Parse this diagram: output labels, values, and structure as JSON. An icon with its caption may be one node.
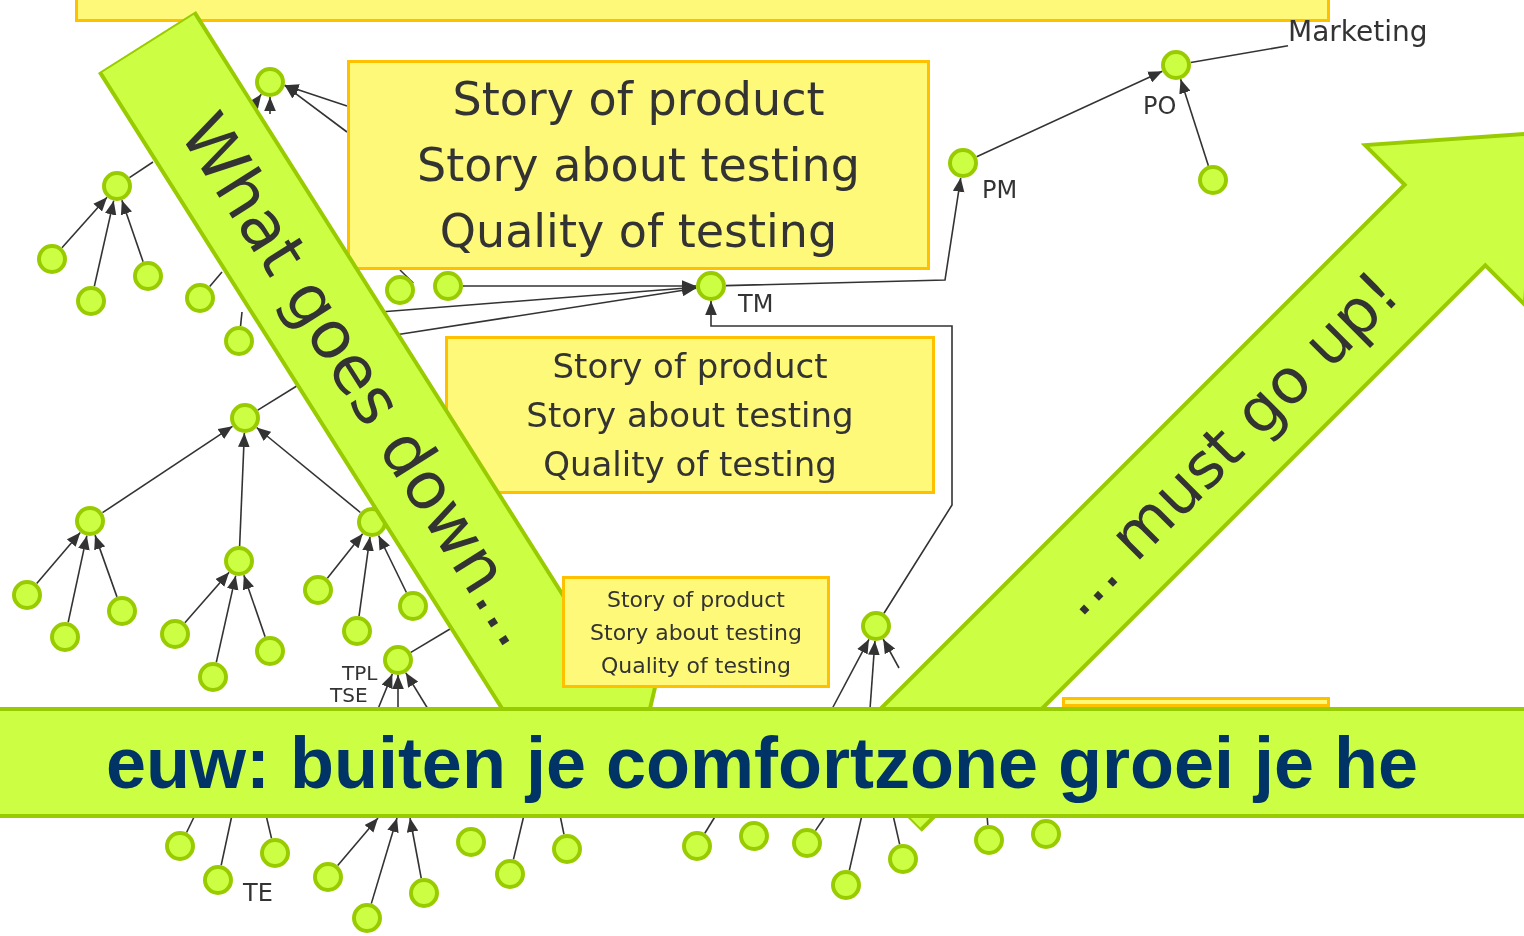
{
  "diagram": {
    "nodes": [
      {
        "text": [],
        "shape": "box"
      },
      {
        "text": [
          "Story of product",
          "Story about testing",
          "Quality of testing"
        ]
      },
      {
        "text": [
          "Story of product",
          "Story about testing",
          "Quality of testing"
        ]
      },
      {
        "text": [
          "Story of product",
          "Story about testing",
          "Quality of testing"
        ]
      },
      {
        "text": [],
        "shape": "box"
      },
      {
        "text": [
          "Marketing"
        ]
      },
      {
        "text": [],
        "shape": "circle",
        "beside": [
          "PO"
        ]
      },
      {
        "text": [],
        "shape": "circle"
      },
      {
        "text": [],
        "shape": "circle",
        "beside": [
          "PM"
        ]
      },
      {
        "text": [],
        "shape": "circle",
        "beside": [
          "TM"
        ]
      },
      {
        "text": [],
        "shape": "circle"
      },
      {
        "text": [],
        "shape": "circle"
      },
      {
        "text": [],
        "shape": "circle"
      },
      {
        "text": [],
        "shape": "circle"
      },
      {
        "text": [],
        "shape": "circle"
      },
      {
        "text": [],
        "shape": "circle"
      },
      {
        "text": [],
        "shape": "circle"
      },
      {
        "text": [],
        "shape": "circle"
      },
      {
        "text": [],
        "shape": "circle"
      },
      {
        "text": [],
        "shape": "circle"
      },
      {
        "text": [],
        "shape": "circle"
      },
      {
        "text": [],
        "shape": "circle"
      },
      {
        "text": [],
        "shape": "circle"
      },
      {
        "text": [],
        "shape": "circle"
      },
      {
        "text": [],
        "shape": "circle"
      },
      {
        "text": [],
        "shape": "circle"
      },
      {
        "text": [],
        "shape": "circle"
      },
      {
        "text": [],
        "shape": "circle"
      },
      {
        "text": [],
        "shape": "circle"
      },
      {
        "text": [],
        "shape": "circle"
      },
      {
        "text": [],
        "shape": "circle"
      },
      {
        "text": [],
        "shape": "circle"
      },
      {
        "text": [],
        "shape": "circle",
        "beside": [
          "TPL"
        ]
      },
      {
        "text": [],
        "shape": "circle"
      },
      {
        "text": [],
        "shape": "circle"
      },
      {
        "text": [],
        "shape": "circle"
      },
      {
        "text": [],
        "shape": "circle"
      },
      {
        "text": [],
        "shape": "circle"
      },
      {
        "text": [],
        "shape": "circle"
      },
      {
        "text": [],
        "shape": "circle"
      },
      {
        "text": [],
        "shape": "circle"
      },
      {
        "text": [],
        "shape": "circle"
      },
      {
        "text": [],
        "shape": "circle"
      },
      {
        "text": [],
        "shape": "circle"
      },
      {
        "text": [],
        "shape": "circle"
      },
      {
        "text": [],
        "shape": "circle"
      },
      {
        "text": [],
        "shape": "circle"
      },
      {
        "text": [],
        "shape": "circle"
      },
      {
        "text": [],
        "shape": "circle"
      },
      {
        "text": [],
        "shape": "circle"
      },
      {
        "text": [
          "What goes down..."
        ]
      },
      {
        "text": [
          "... must go up!"
        ]
      },
      {
        "text": [
          "euw: buiten je comfortzone groei je he"
        ]
      }
    ],
    "edges": [
      {
        "from": 8,
        "to": 6,
        "arrow": "to"
      },
      {
        "from": 7,
        "to": 6,
        "arrow": "to"
      },
      {
        "from": 6,
        "to": 5,
        "arrow": "none"
      },
      {
        "from": 9,
        "to": 8,
        "arrow": "to"
      },
      {
        "from": 11,
        "to": 50,
        "arrow": "none"
      },
      {
        "from": 50,
        "to": 10,
        "arrow": "to"
      },
      {
        "from": 1,
        "to": 10,
        "arrow": "to"
      },
      {
        "from": 1,
        "to": 10,
        "arrow": "to"
      },
      {
        "from": 12,
        "to": 11,
        "arrow": "to"
      },
      {
        "from": 13,
        "to": 11,
        "arrow": "to"
      },
      {
        "from": 14,
        "to": 11,
        "arrow": "to"
      },
      {
        "from": 15,
        "to": 50,
        "arrow": "none"
      },
      {
        "from": 16,
        "to": 50,
        "arrow": "none"
      },
      {
        "from": 17,
        "to": 1,
        "arrow": "none"
      },
      {
        "from": 18,
        "to": 9,
        "arrow": "to"
      },
      {
        "from": 19,
        "to": 50,
        "arrow": "none"
      },
      {
        "from": 32,
        "to": 50,
        "arrow": "none"
      },
      {
        "from": 33,
        "to": 9,
        "arrow": "to"
      },
      {
        "from": 20,
        "to": 19,
        "arrow": "to"
      },
      {
        "from": 21,
        "to": 19,
        "arrow": "to"
      },
      {
        "from": 22,
        "to": 19,
        "arrow": "to"
      },
      {
        "from": 23,
        "to": 20,
        "arrow": "to"
      },
      {
        "from": 24,
        "to": 20,
        "arrow": "to"
      },
      {
        "from": 25,
        "to": 20,
        "arrow": "to"
      },
      {
        "from": 26,
        "to": 21,
        "arrow": "to"
      },
      {
        "from": 27,
        "to": 21,
        "arrow": "to"
      },
      {
        "from": 28,
        "to": 21,
        "arrow": "to"
      },
      {
        "from": 29,
        "to": 22,
        "arrow": "to"
      },
      {
        "from": 30,
        "to": 22,
        "arrow": "to"
      },
      {
        "from": 31,
        "to": 22,
        "arrow": "to"
      },
      {
        "from": 52,
        "to": 32,
        "arrow": "to"
      },
      {
        "from": 52,
        "to": 32,
        "arrow": "to"
      },
      {
        "from": 52,
        "to": 32,
        "arrow": "to"
      },
      {
        "from": 52,
        "to": 33,
        "arrow": "to"
      },
      {
        "from": 52,
        "to": 33,
        "arrow": "to"
      },
      {
        "from": 51,
        "to": 33,
        "arrow": "to"
      },
      {
        "from": 37,
        "to": 52,
        "arrow": "to"
      },
      {
        "from": 38,
        "to": 52,
        "arrow": "to"
      },
      {
        "from": 39,
        "to": 52,
        "arrow": "to"
      },
      {
        "from": 34,
        "to": 52,
        "arrow": "none"
      },
      {
        "from": 35,
        "to": 52,
        "arrow": "none"
      },
      {
        "from": 36,
        "to": 52,
        "arrow": "none"
      },
      {
        "from": 41,
        "to": 52,
        "arrow": "none"
      },
      {
        "from": 42,
        "to": 52,
        "arrow": "none"
      },
      {
        "from": 43,
        "to": 52,
        "arrow": "none"
      },
      {
        "from": 45,
        "to": 52,
        "arrow": "none"
      },
      {
        "from": 46,
        "to": 52,
        "arrow": "none"
      },
      {
        "from": 47,
        "to": 52,
        "arrow": "none"
      },
      {
        "from": 48,
        "to": 52,
        "arrow": "none"
      },
      {
        "from": 50,
        "to": 10,
        "arrow": "to"
      },
      {
        "from": 50,
        "to": 9,
        "arrow": "to"
      },
      {
        "from": 50,
        "to": 9,
        "arrow": "to"
      }
    ],
    "labels": [
      "TSE",
      "TE"
    ]
  }
}
